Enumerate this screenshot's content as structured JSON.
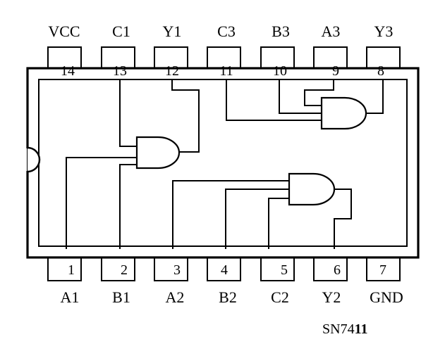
{
  "chip": {
    "part_prefix": "SN74",
    "part_suffix": "11"
  },
  "pins": {
    "top": [
      {
        "number": "14",
        "label": "VCC"
      },
      {
        "number": "13",
        "label": "C1"
      },
      {
        "number": "12",
        "label": "Y1"
      },
      {
        "number": "11",
        "label": "C3"
      },
      {
        "number": "10",
        "label": "B3"
      },
      {
        "number": "9",
        "label": "A3"
      },
      {
        "number": "8",
        "label": "Y3"
      }
    ],
    "bottom": [
      {
        "number": "1",
        "label": "A1"
      },
      {
        "number": "2",
        "label": "B1"
      },
      {
        "number": "3",
        "label": "A2"
      },
      {
        "number": "4",
        "label": "B2"
      },
      {
        "number": "5",
        "label": "C2"
      },
      {
        "number": "6",
        "label": "Y2"
      },
      {
        "number": "7",
        "label": "GND"
      }
    ]
  },
  "gates": [
    {
      "name": "gate-1",
      "type": "AND",
      "inputs": [
        "A1",
        "B1",
        "C1"
      ],
      "output": "Y1"
    },
    {
      "name": "gate-2",
      "type": "AND",
      "inputs": [
        "A2",
        "B2",
        "C2"
      ],
      "output": "Y2"
    },
    {
      "name": "gate-3",
      "type": "AND",
      "inputs": [
        "A3",
        "B3",
        "C3"
      ],
      "output": "Y3"
    }
  ]
}
